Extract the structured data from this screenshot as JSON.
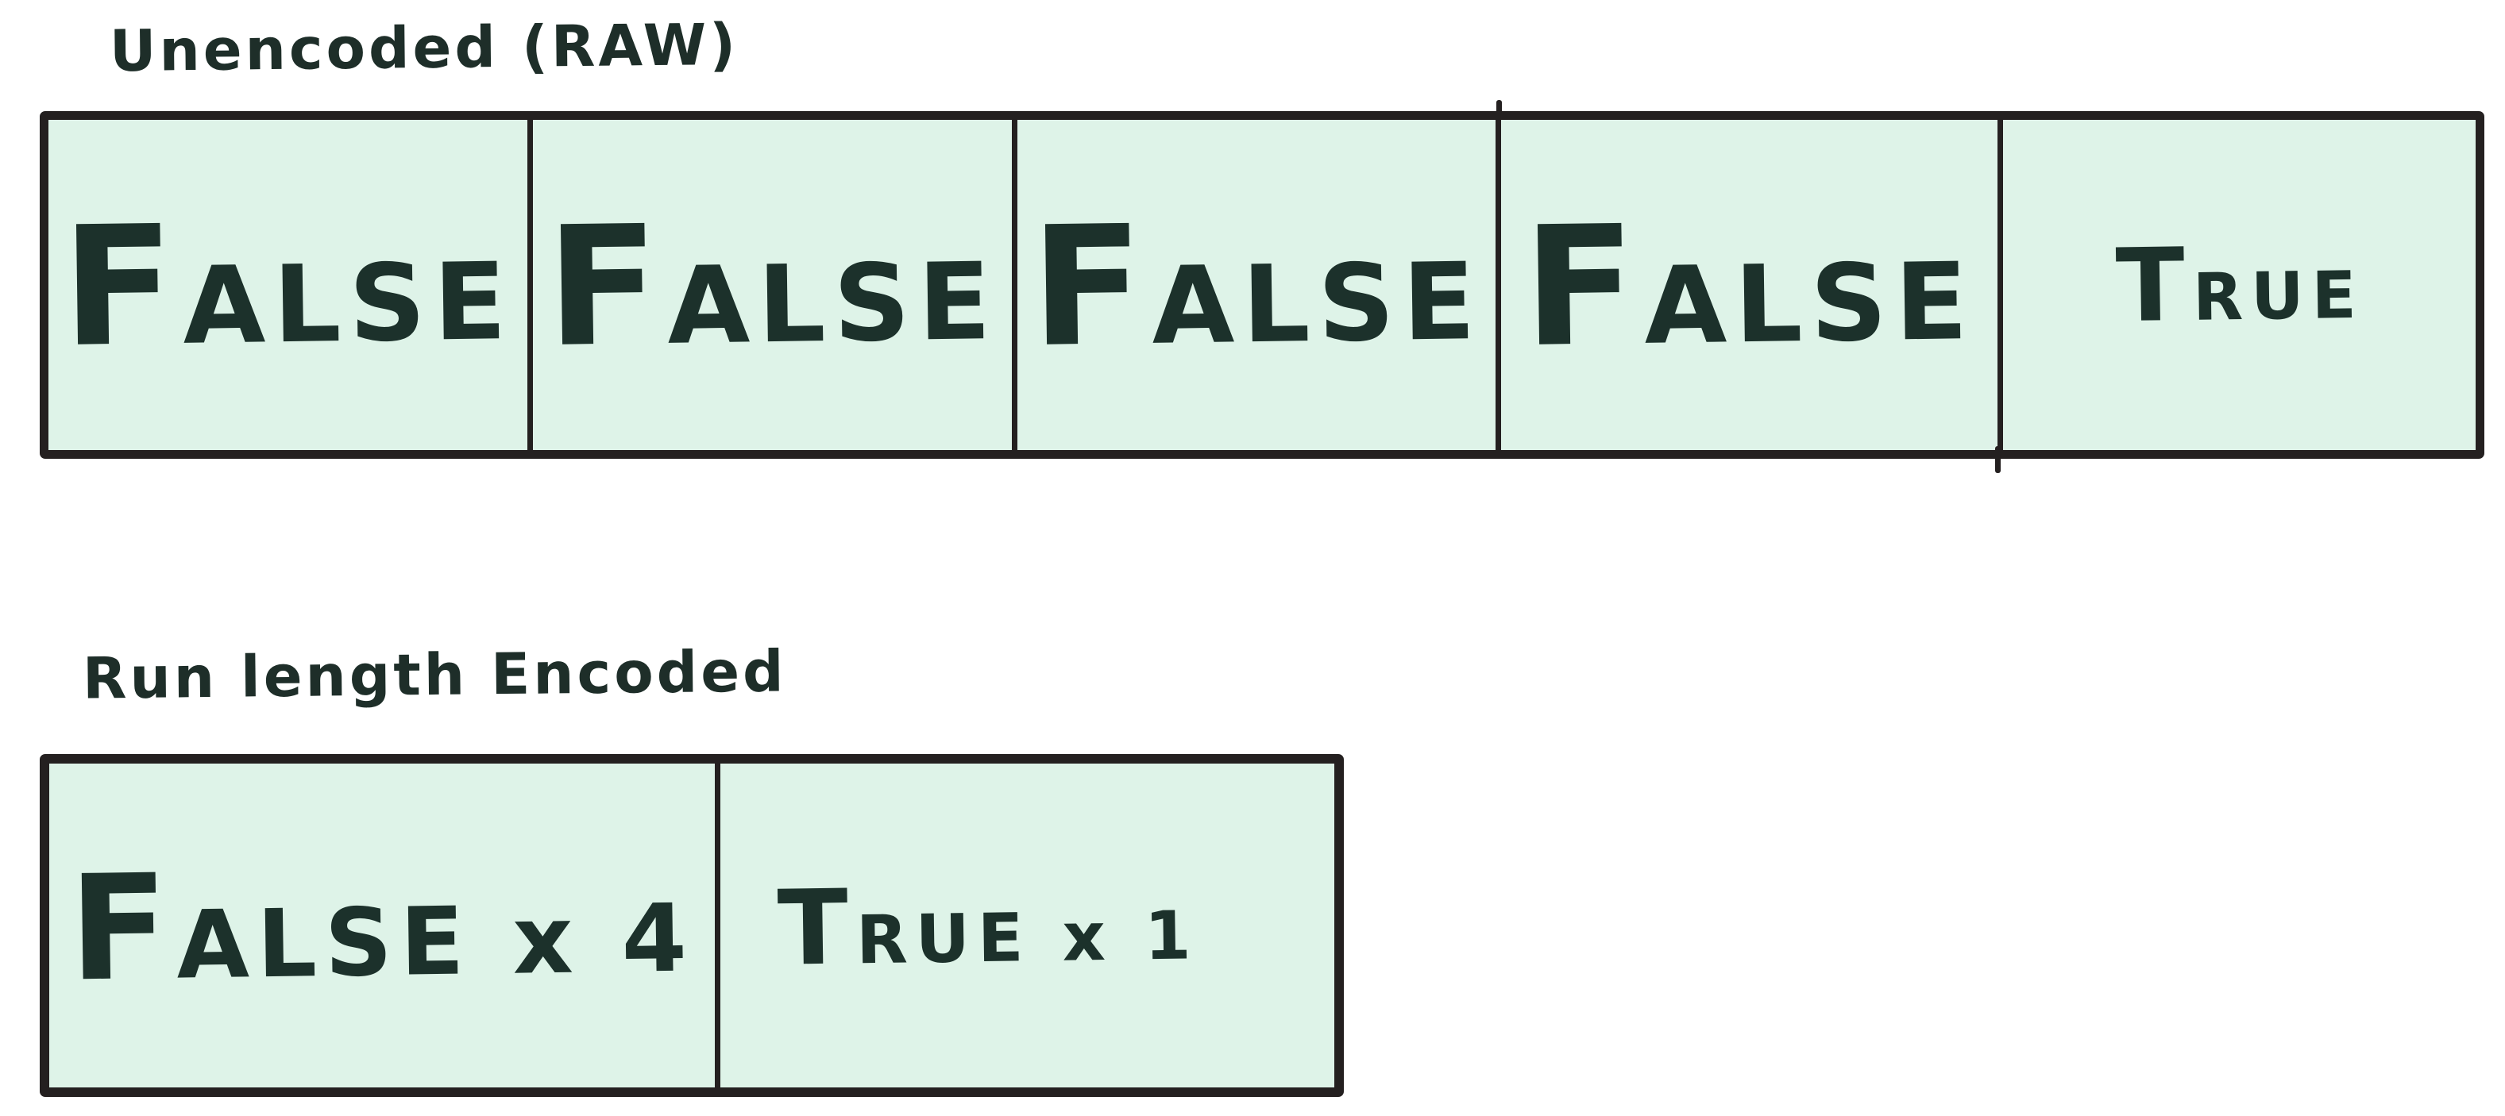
{
  "titles": {
    "raw": "Unencoded (RAW)",
    "rle": "Run length Encoded"
  },
  "raw_row": {
    "cells": [
      "FALSE",
      "FALSE",
      "FALSE",
      "FALSE",
      "TRUE"
    ]
  },
  "rle_row": {
    "cells": [
      "FALSE x 4",
      "TRUE x 1"
    ]
  },
  "colors": {
    "cell_fill": "#def3e8",
    "border_ink": "#242020",
    "text_ink": "#1c312b",
    "background": "#ffffff"
  }
}
